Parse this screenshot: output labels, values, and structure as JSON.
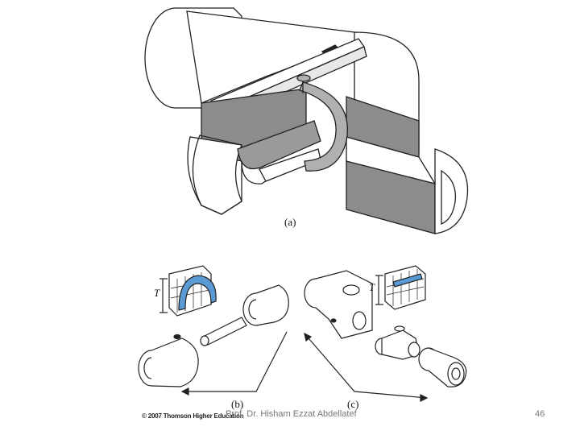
{
  "figure": {
    "label_a": "(a)",
    "label_b": "(b)",
    "label_c": "(c)",
    "thickness_label_b": "T",
    "thickness_label_c": "T",
    "copyright": "© 2007 Thomson Higher Education"
  },
  "footer": {
    "author": "Prof. Dr. Hisham Ezzat Abdellatef",
    "page_number": "46"
  },
  "colors": {
    "accent": "#5b9bd5",
    "dark_gray": "#6e6e6e",
    "light_gray": "#d9d9d9",
    "line": "#222222"
  }
}
